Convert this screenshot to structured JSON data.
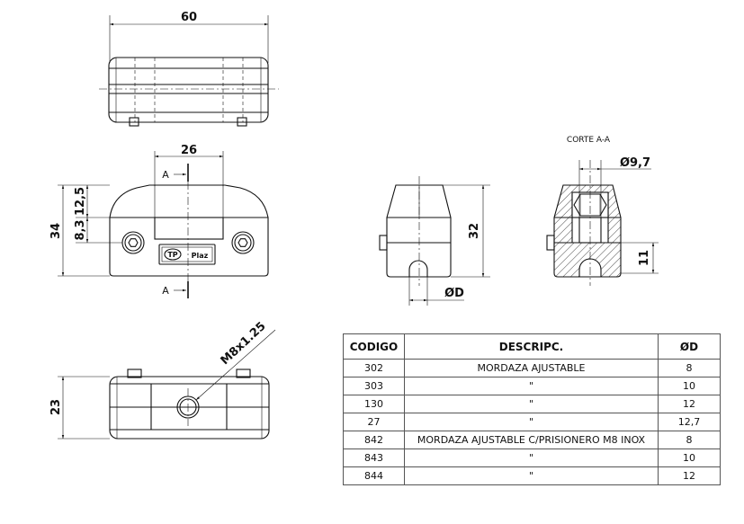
{
  "drawing": {
    "dimensions": {
      "width": "60",
      "center_width": "26",
      "height": "34",
      "upper_height": "12,5",
      "hole_height": "8,3",
      "side_height": "32",
      "bore": "ØD",
      "section_diameter": "Ø9,7",
      "section_height": "11",
      "bottom_height": "23",
      "thread": "M8x1.25"
    },
    "section_marks": {
      "top": "A",
      "bottom": "A"
    },
    "section_title": "CORTE A-A",
    "logo_left": "TP",
    "logo_right": "Plaz"
  },
  "table": {
    "headers": [
      "CODIGO",
      "DESCRIPC.",
      "ØD"
    ],
    "rows": [
      [
        "302",
        "MORDAZA AJUSTABLE",
        "8"
      ],
      [
        "303",
        "\"",
        "10"
      ],
      [
        "130",
        "\"",
        "12"
      ],
      [
        "27",
        "\"",
        "12,7"
      ],
      [
        "842",
        "MORDAZA AJUSTABLE C/PRISIONERO M8 INOX",
        "8"
      ],
      [
        "843",
        "\"",
        "10"
      ],
      [
        "844",
        "\"",
        "12"
      ]
    ]
  }
}
